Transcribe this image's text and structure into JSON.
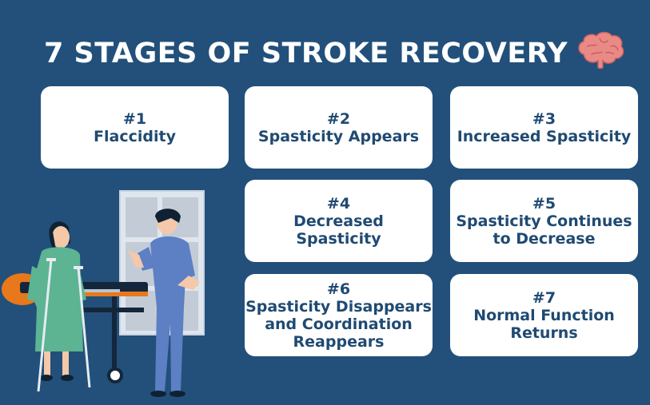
{
  "title": "7 STAGES OF STROKE RECOVERY",
  "brain_icon": "brain-icon",
  "stages": [
    {
      "number": "#1",
      "label": "Flaccidity"
    },
    {
      "number": "#2",
      "label": "Spasticity Appears"
    },
    {
      "number": "#3",
      "label": "Increased Spasticity"
    },
    {
      "number": "#4",
      "label": "Decreased\nSpasticity"
    },
    {
      "number": "#5",
      "label": "Spasticity Continues\nto Decrease"
    },
    {
      "number": "#6",
      "label": "Spasticity Disappears\nand Coordination\nReappears"
    },
    {
      "number": "#7",
      "label": "Normal Function\nReturns"
    }
  ],
  "colors": {
    "background": "#22507a",
    "card": "#ffffff",
    "card_text": "#1f4a72",
    "brain": "#e98a87"
  }
}
